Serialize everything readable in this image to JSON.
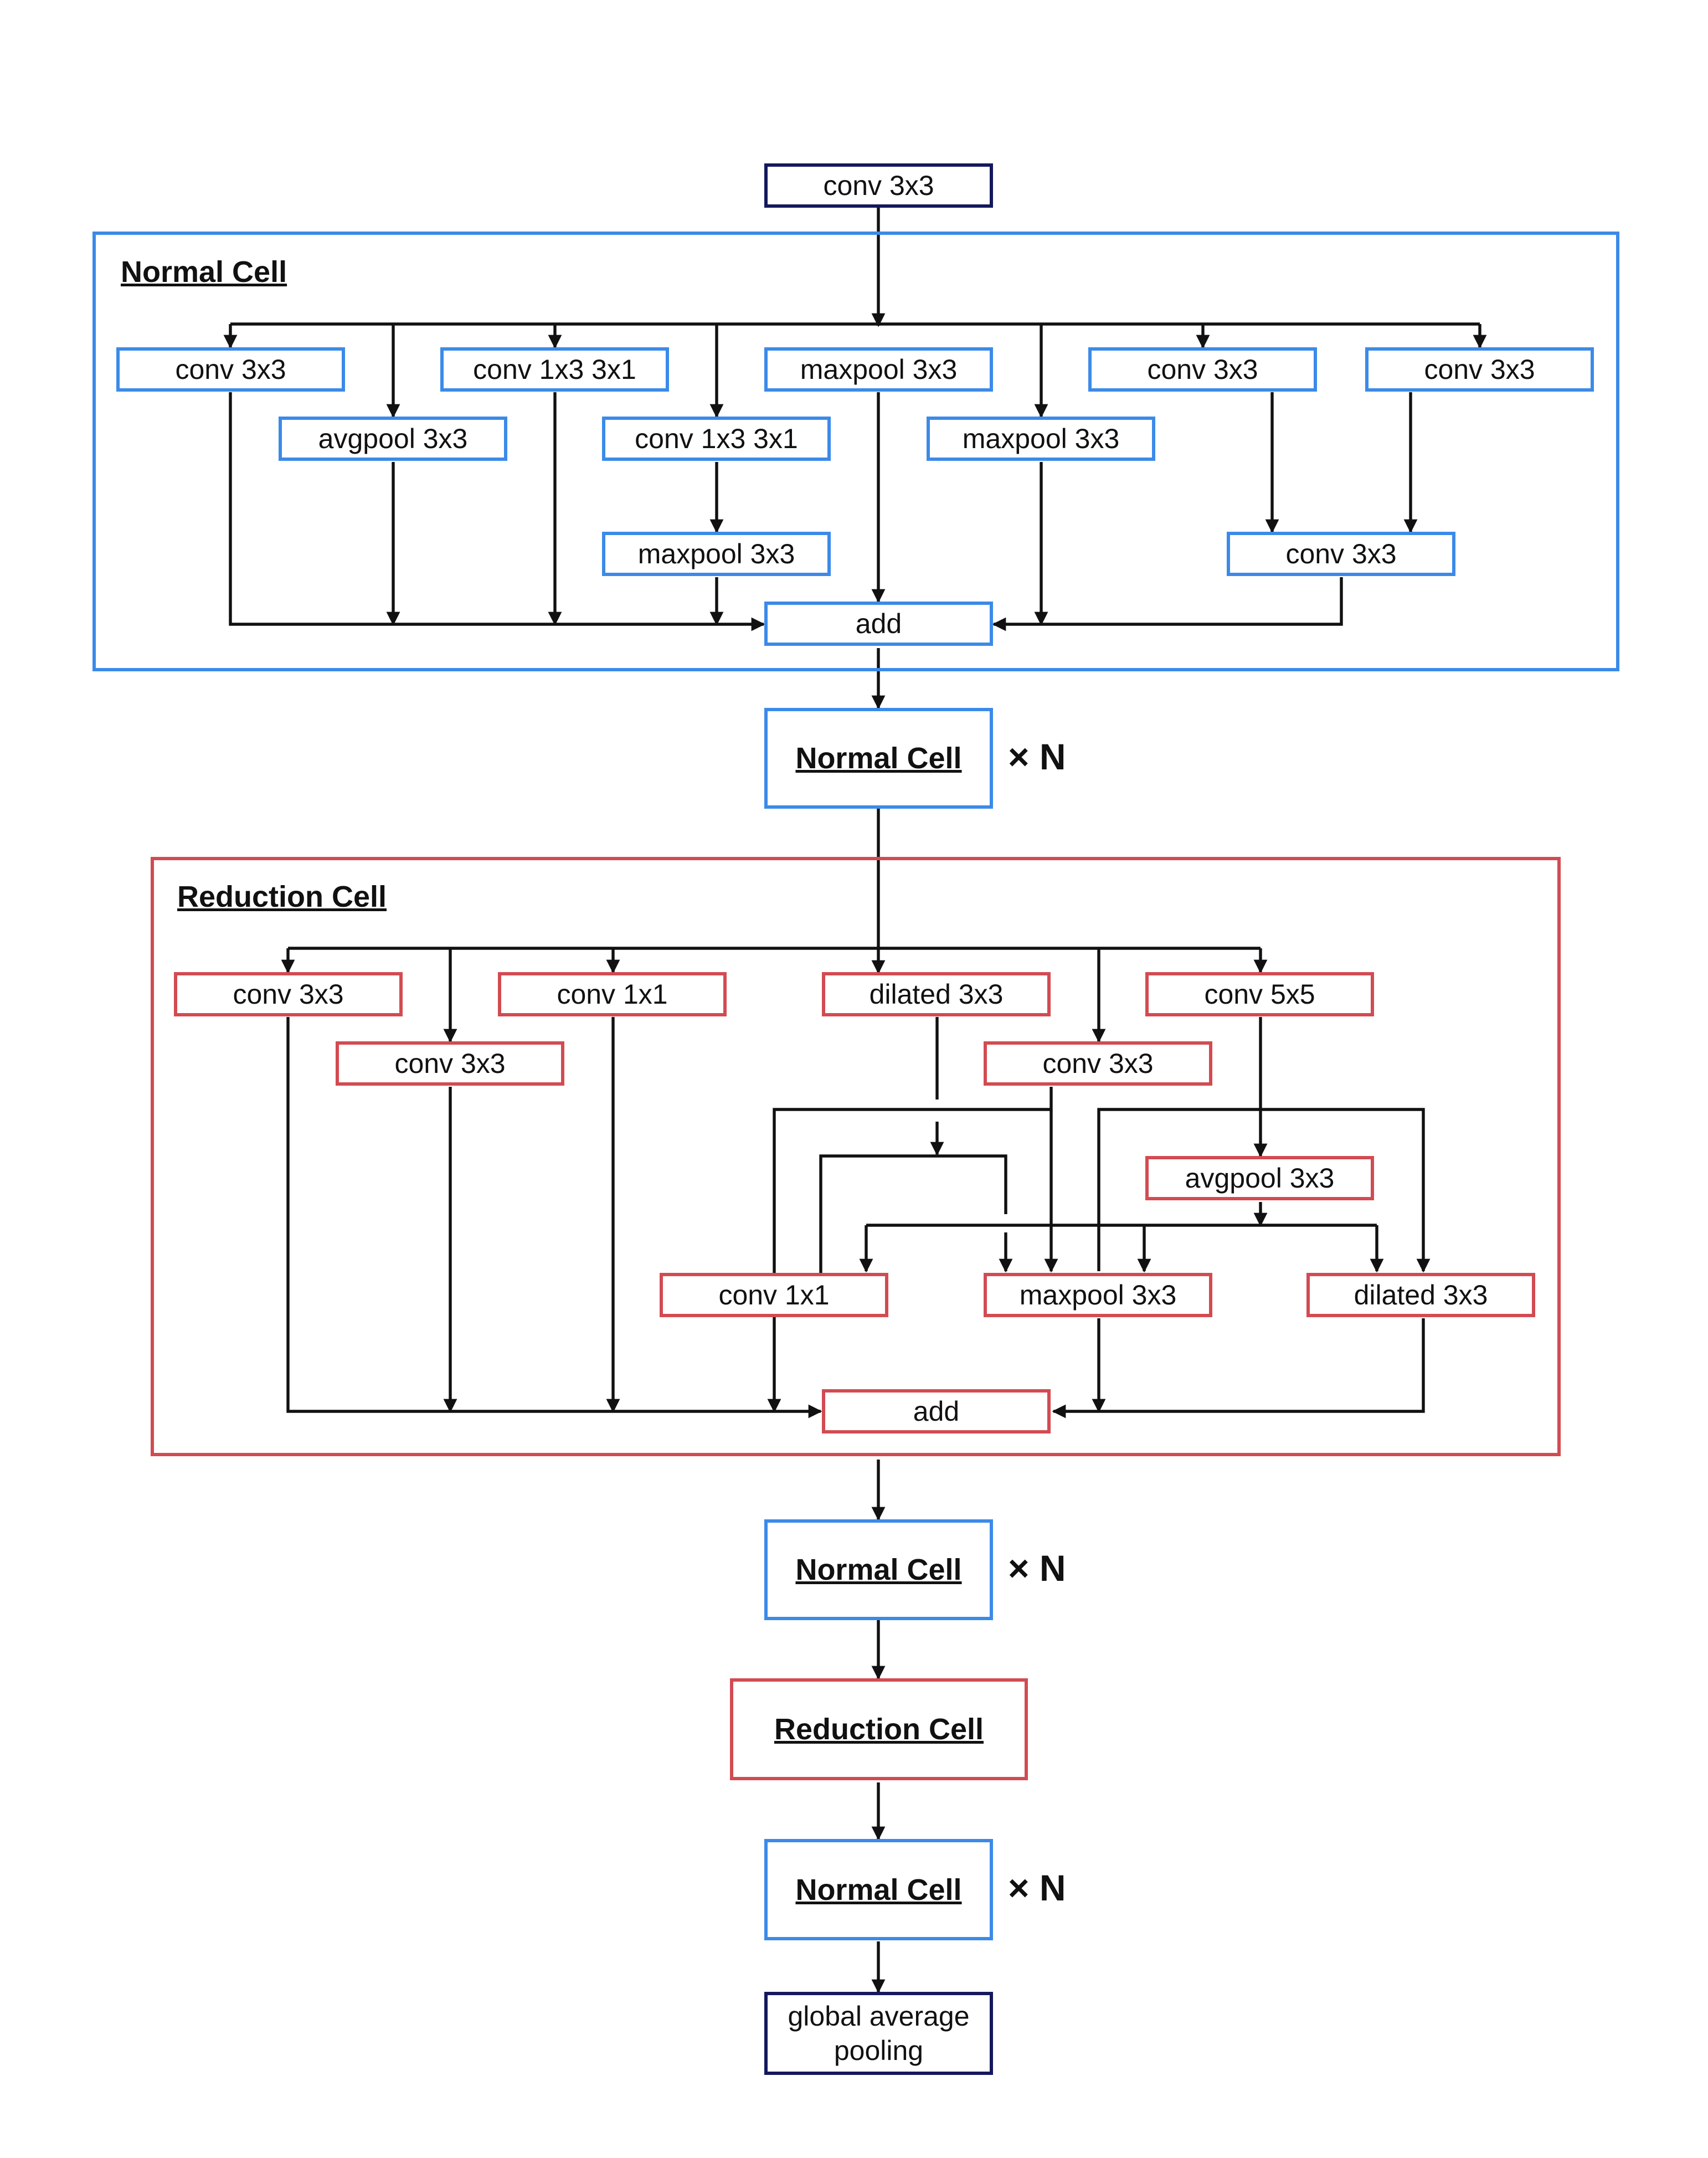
{
  "nodes": {
    "conv_top": "conv 3x3",
    "normal": {
      "title": "Normal Cell",
      "conv3x3_a": "conv 3x3",
      "avgpool": "avgpool 3x3",
      "conv1x3_a": "conv 1x3 3x1",
      "conv1x3_b": "conv 1x3 3x1",
      "maxpool_top": "maxpool 3x3",
      "maxpool_mid": "maxpool 3x3",
      "maxpool_low": "maxpool 3x3",
      "conv3x3_b": "conv 3x3",
      "conv3x3_c": "conv 3x3",
      "conv3x3_d": "conv 3x3",
      "add": "add"
    },
    "block1": "Normal Cell",
    "times1": "× N",
    "reduction": {
      "title": "Reduction Cell",
      "conv3x3_a": "conv 3x3",
      "conv3x3_b": "conv 3x3",
      "conv1x1_top": "conv 1x1",
      "dilated_top": "dilated 3x3",
      "conv3x3_c": "conv 3x3",
      "conv5x5": "conv 5x5",
      "avgpool": "avgpool 3x3",
      "conv1x1_low": "conv 1x1",
      "maxpool": "maxpool 3x3",
      "dilated_low": "dilated 3x3",
      "add": "add"
    },
    "block2": "Normal Cell",
    "times2": "× N",
    "block3": "Reduction Cell",
    "block4": "Normal Cell",
    "times3": "× N",
    "gap_line1": "global average",
    "gap_line2": "pooling"
  },
  "colors": {
    "normal": "#3b8ae8",
    "reduction": "#d24b52",
    "terminal": "#14185e",
    "line": "#111111"
  }
}
